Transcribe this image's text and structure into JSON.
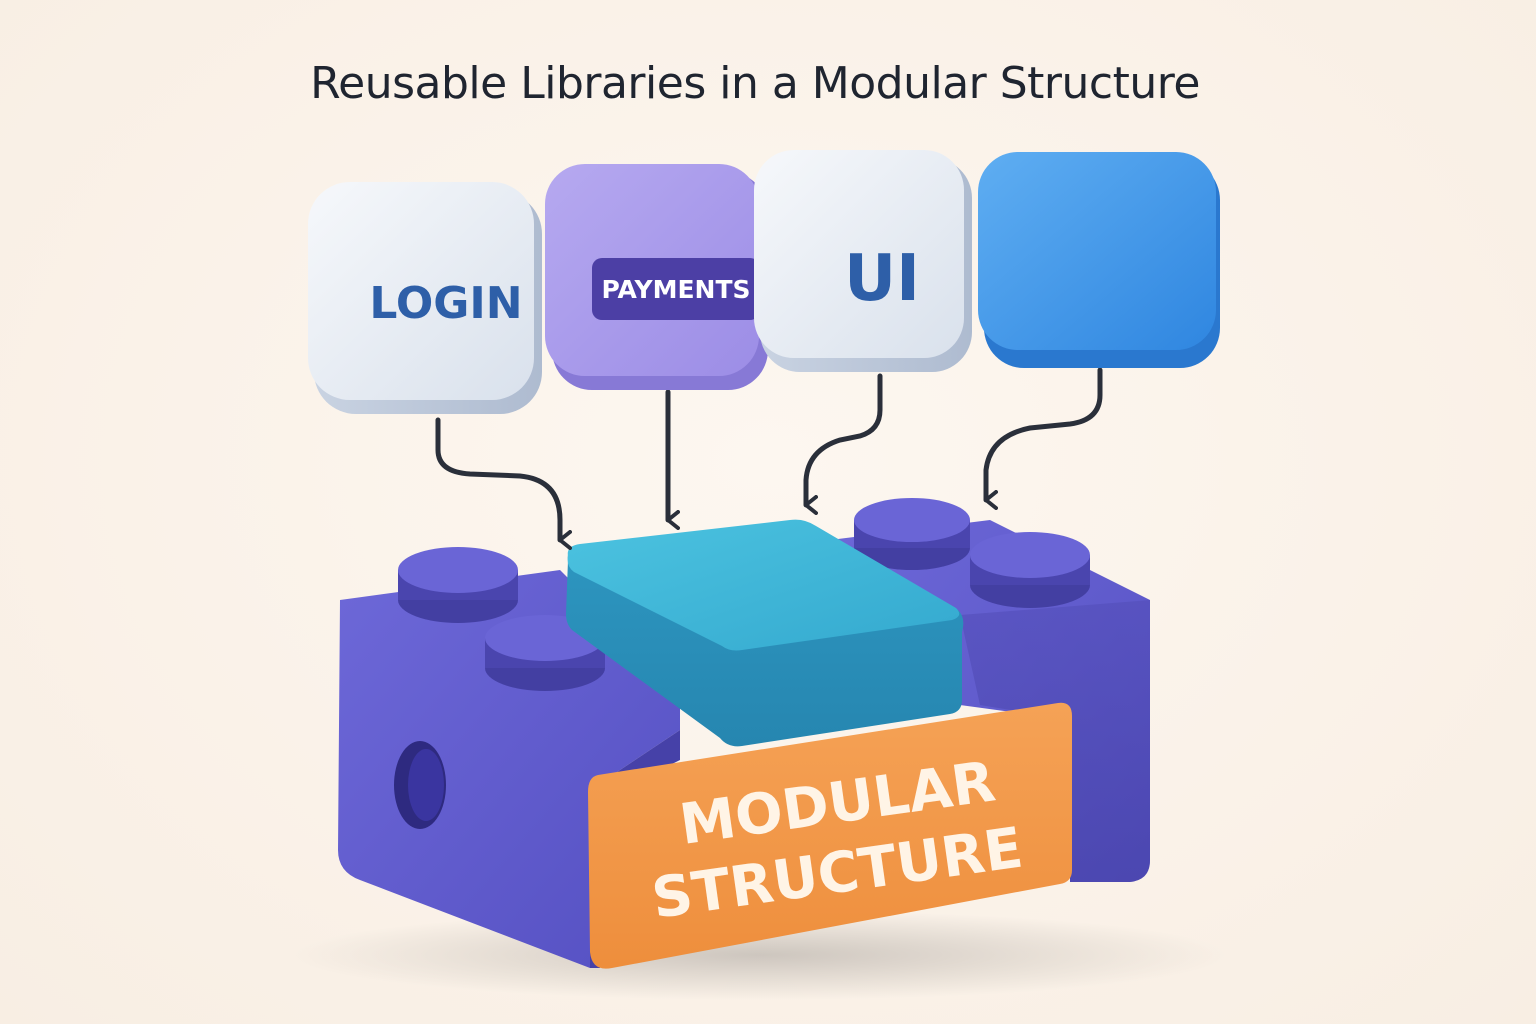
{
  "title": "Reusable Libraries in a Modular Structure",
  "modules": [
    {
      "label": "LOGIN",
      "color": "#E9EEF5",
      "text_color": "#2E5FA8"
    },
    {
      "label": "PAYMENTS",
      "color": "#A99AEB",
      "text_color": "#FFFFFF",
      "tag_color": "#4C3FA5"
    },
    {
      "label": "UI",
      "color": "#E9EEF5",
      "text_color": "#2E5FA8"
    },
    {
      "label": "",
      "color": "#3E96EA"
    }
  ],
  "base": {
    "label_line1": "MODULAR",
    "label_line2": "STRUCTURE",
    "brick_color": "#5F5ACD",
    "panel_color": "#F19848",
    "slab_color": "#3FB5D8",
    "text_color": "#FFF4E6"
  },
  "arrow_color": "#2A2F3A"
}
